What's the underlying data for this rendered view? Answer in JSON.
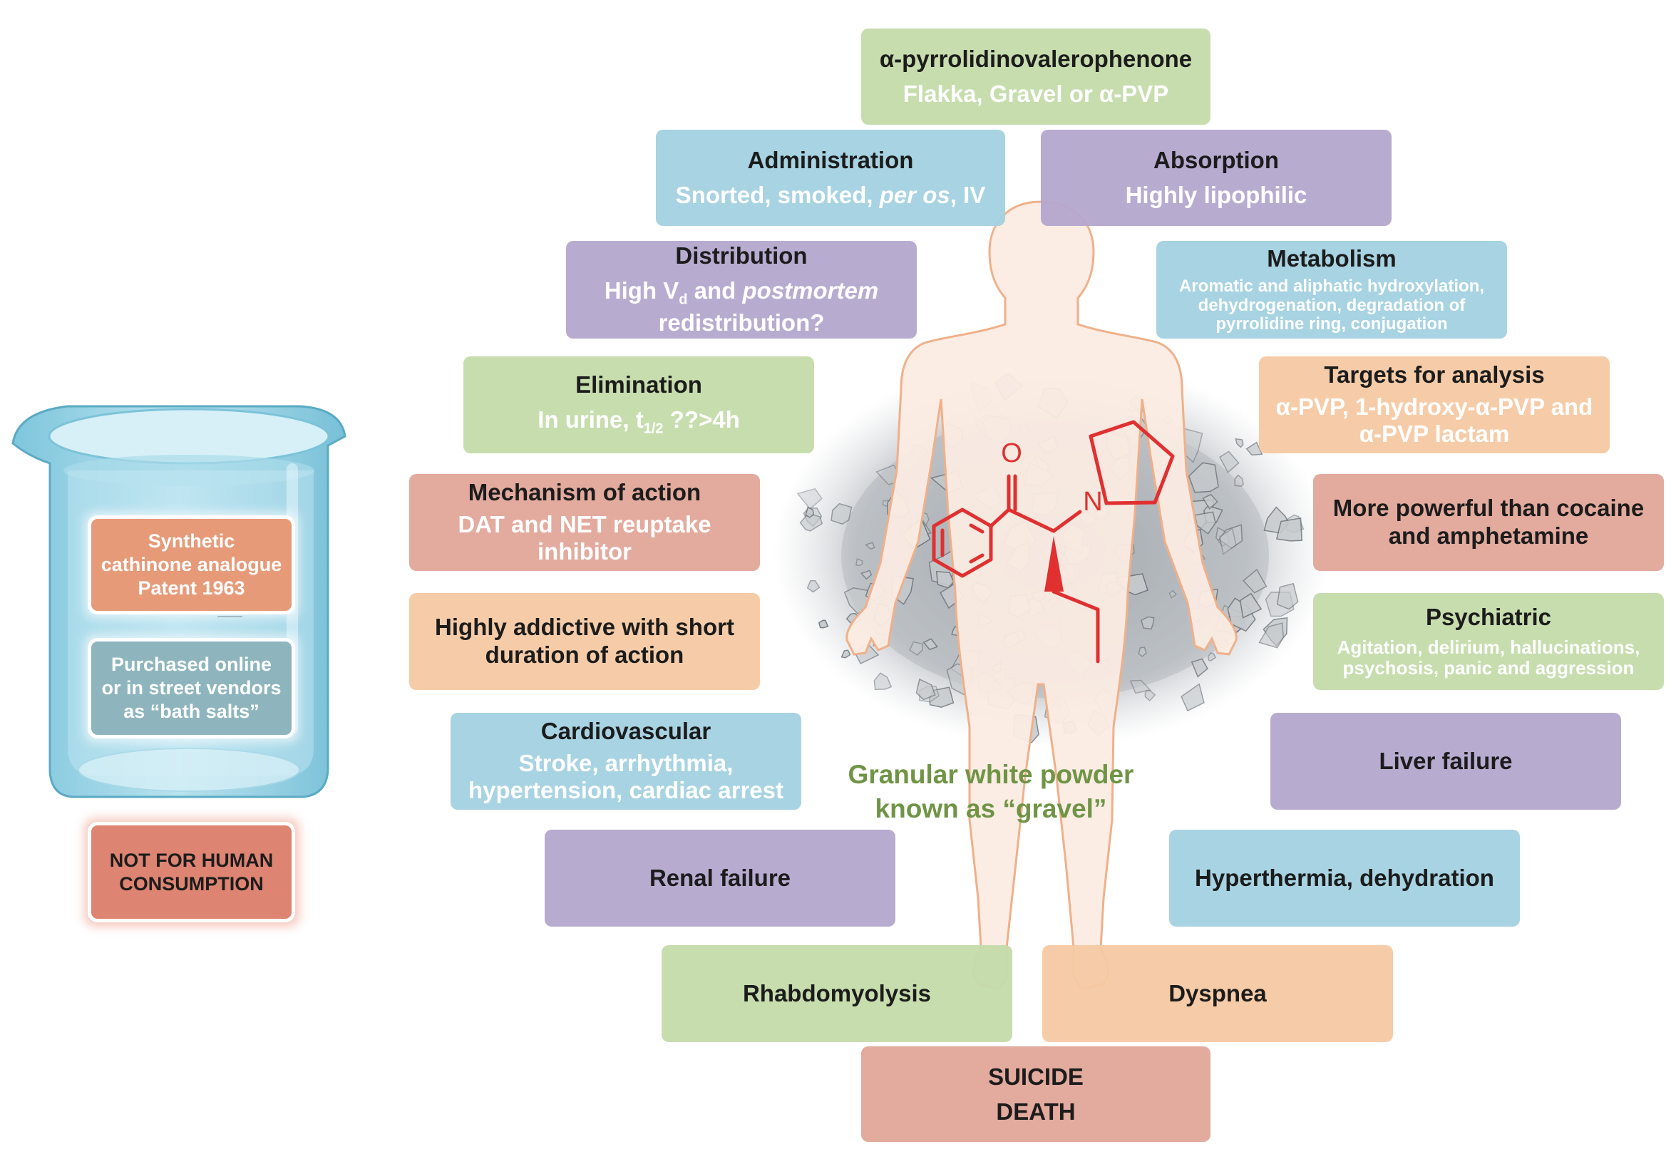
{
  "colors": {
    "green": "#c4dbaa",
    "blue": "#a2d1e0",
    "purple": "#b4a6cd",
    "red": "#e2a599",
    "orange": "#f5c9a3",
    "structure": "#e03030",
    "caption": "#6f9445"
  },
  "icons": [
    "beaker-icon",
    "human-body-icon",
    "powder-crystals-icon",
    "chemical-structure-icon"
  ],
  "beaker": {
    "box1": [
      "Synthetic",
      "cathinone analogue",
      "Patent 1963"
    ],
    "box2": [
      "Purchased online",
      "or in street vendors",
      "as “bath salts”"
    ]
  },
  "warning": [
    "NOT FOR HUMAN",
    "CONSUMPTION"
  ],
  "structure": {
    "atom_o": "O",
    "atom_n": "N"
  },
  "caption": [
    "Granular white powder",
    "known as “gravel”"
  ],
  "header": {
    "title": "α-pyrrolidinovalerophenone",
    "subtitle": "Flakka, Gravel or α-PVP"
  },
  "administration": {
    "title": "Administration",
    "pre": "Snorted, smoked, ",
    "italic": "per os",
    "post": ", IV"
  },
  "absorption": {
    "title": "Absorption",
    "body": "Highly lipophilic"
  },
  "distribution": {
    "title": "Distribution",
    "pre": "High V",
    "sub": "d",
    "mid": " and ",
    "italic": "postmortem",
    "line2": "redistribution?"
  },
  "metabolism": {
    "title": "Metabolism",
    "lines": [
      "Aromatic and aliphatic hydroxylation,",
      "dehydrogenation, degradation of",
      "pyrrolidine ring, conjugation"
    ]
  },
  "elimination": {
    "title": "Elimination",
    "pre": "In urine, t",
    "sub": "1/2",
    "post": " ??>4h"
  },
  "targets": {
    "title": "Targets for analysis",
    "lines": [
      "α-PVP, 1-hydroxy-α-PVP and",
      "α-PVP lactam"
    ]
  },
  "mechanism": {
    "title": "Mechanism of action",
    "lines": [
      "DAT and NET reuptake",
      "inhibitor"
    ]
  },
  "powerful": [
    "More powerful than cocaine",
    "and amphetamine"
  ],
  "addictive": [
    "Highly addictive with short",
    "duration of action"
  ],
  "psychiatric": {
    "title": "Psychiatric",
    "lines": [
      "Agitation, delirium, hallucinations,",
      "psychosis, panic and aggression"
    ]
  },
  "cardiovascular": {
    "title": "Cardiovascular",
    "lines": [
      "Stroke, arrhythmia,",
      "hypertension, cardiac arrest"
    ]
  },
  "liver": "Liver failure",
  "renal": "Renal failure",
  "hyperthermia": "Hyperthermia, dehydration",
  "rhabdo": "Rhabdomyolysis",
  "dyspnea": "Dyspnea",
  "outcome": [
    "SUICIDE",
    "DEATH"
  ]
}
